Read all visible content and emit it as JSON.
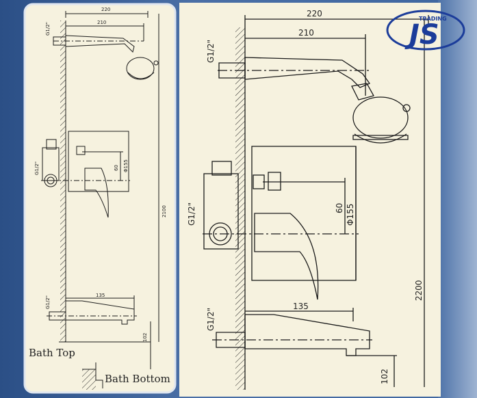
{
  "brand": {
    "logo_text": "JS",
    "logo_subtext": "TRADING"
  },
  "labels": {
    "bath_top": "Bath Top",
    "bath_bottom": "Bath Bottom"
  },
  "dims_small": {
    "d220": "220",
    "d210": "210",
    "g_top": "G1/2\"",
    "g_mid": "G1/2\"",
    "g_bot": "G1/2\"",
    "d60": "60",
    "d155": "Φ155",
    "d2100": "2100",
    "d135": "135",
    "d102": "102"
  },
  "dims_large": {
    "d220": "220",
    "d210": "210",
    "g_top": "G1/2\"",
    "g_mid": "G1/2\"",
    "g_bot": "G1/2\"",
    "d60": "60",
    "d155": "Φ155",
    "d2200": "2200",
    "d135": "135",
    "d102": "102"
  },
  "colors": {
    "panel": "#f6f2df",
    "line": "#1a1a1a",
    "border": "#cfd7e6",
    "logo_blue": "#1b3c9a"
  }
}
